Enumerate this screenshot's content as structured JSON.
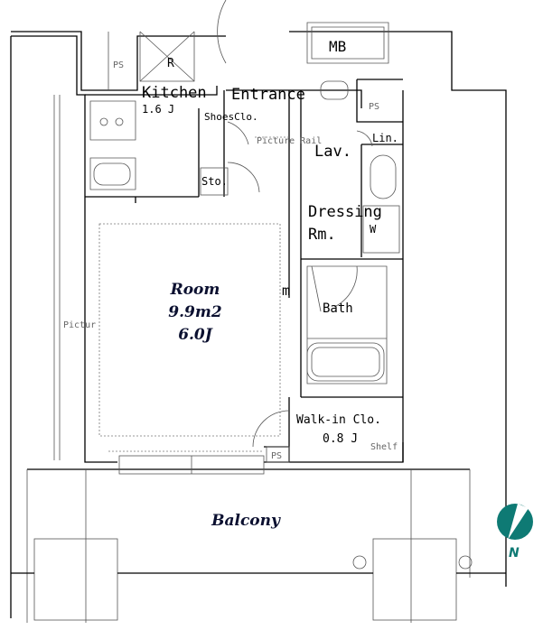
{
  "labels": {
    "ps_left": "PS",
    "refrigerator": "R",
    "kitchen": "Kitchen",
    "kitchen_size": "1.6 J",
    "entrance": "Entrance",
    "shoes_closet": "ShoesClo.",
    "picture_rail": "Picture Rail",
    "picture_rail_left": "Pictur",
    "meter_box": "MB",
    "ps_right": "PS",
    "lavatory": "Lav.",
    "linen": "Lin.",
    "storage": "Sto.",
    "dressing": "Dressing",
    "dressing_rm": "Rm.",
    "washer": "W",
    "room": "Room",
    "room_area": "9.9m2",
    "room_size": "6.0J",
    "room_fragment": "m",
    "bath": "Bath",
    "walk_in_closet": "Walk-in Clo.",
    "walk_in_size": "0.8 J",
    "shelf": "Shelf",
    "ps_bottom": "PS",
    "balcony": "Balcony",
    "north": "N"
  },
  "colors": {
    "compass": "#0e7a74",
    "room_text": "#0b1030"
  }
}
